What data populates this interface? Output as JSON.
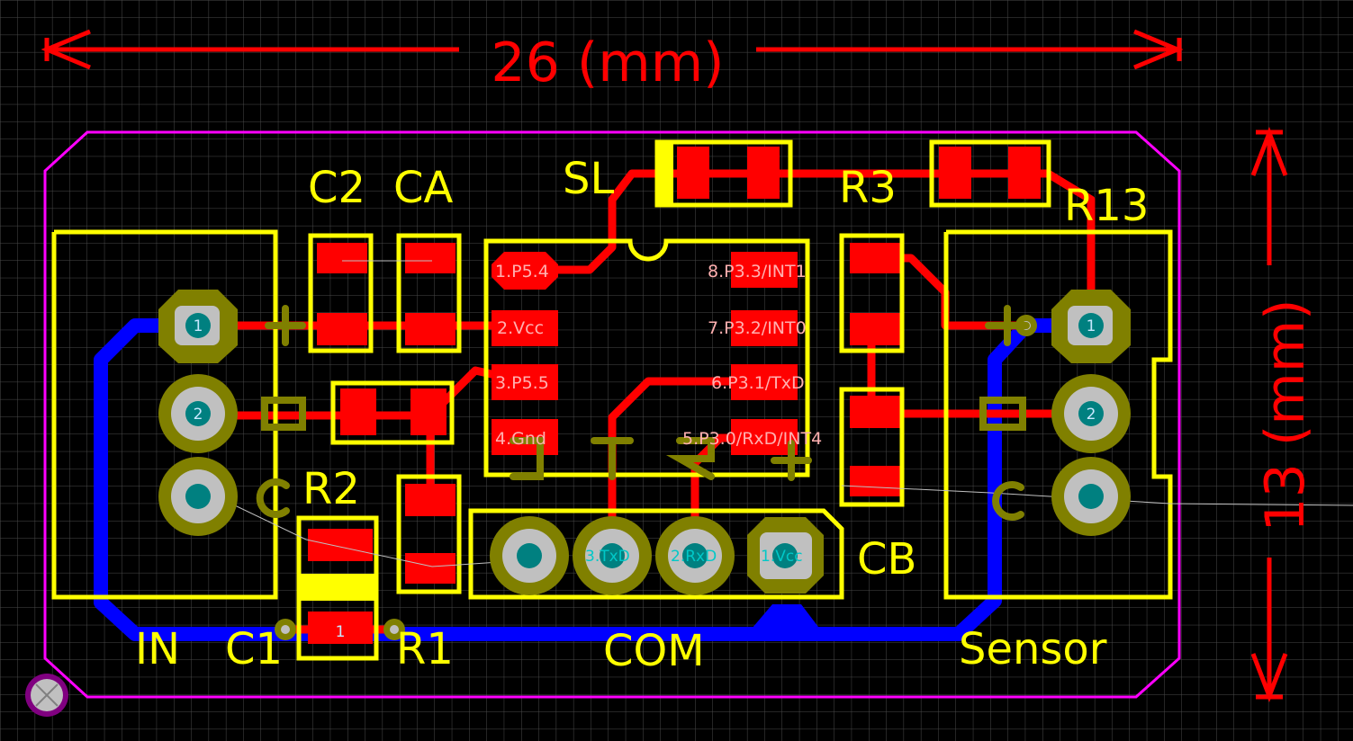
{
  "dimensions": {
    "width_label": "26 (mm)",
    "height_label": "13 (mm)"
  },
  "refdes": {
    "c2": "C2",
    "ca": "CA",
    "sl": "SL",
    "r3": "R3",
    "r13": "R13",
    "r2": "R2",
    "cb": "CB",
    "in": "IN",
    "c1": "C1",
    "r1": "R1",
    "com": "COM",
    "sensor": "Sensor"
  },
  "ic_pins": {
    "p1": "1.P5.4",
    "p2": "2.Vcc",
    "p3": "3.P5.5",
    "p4": "4.Gnd",
    "p8": "8.P3.3/INT1",
    "p7": "7.P3.2/INT0",
    "p6": "6.P3.1/TxD",
    "p5": "5.P3.0/RxD/INT4"
  },
  "com_header": {
    "pin3": "3.TxD",
    "pin2": "2.RxD",
    "pin1": "1.Vcc",
    "marks": [
      "G",
      "T",
      "R",
      "+"
    ]
  },
  "pad_numbers": {
    "one": "1",
    "two": "2",
    "r1_pad": "1"
  },
  "colors": {
    "background": "#000000",
    "grid": "#4a4a4a",
    "board_outline": "#ff00ff",
    "silkscreen": "#ffff00",
    "top_copper": "#ff0000",
    "bottom_copper": "#0000ff",
    "pad_ring": "#808000",
    "via_hole": "#008080"
  }
}
